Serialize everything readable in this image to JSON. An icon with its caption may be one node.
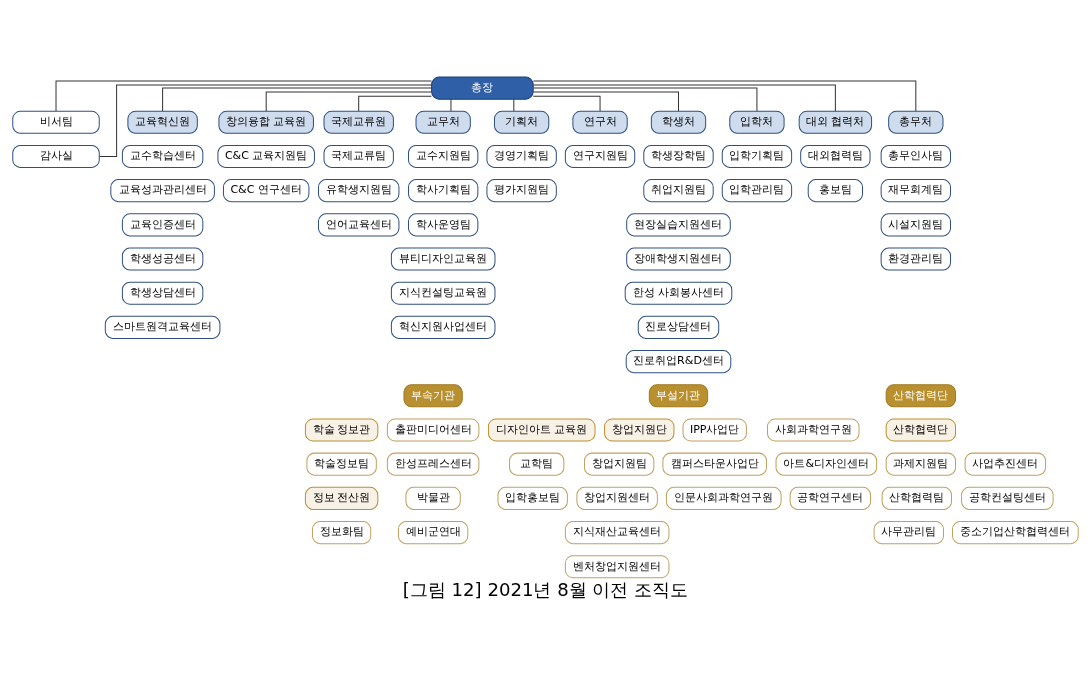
{
  "diagram": {
    "caption": "[그림 12] 2021년 8월 이전 조직도",
    "nodes": [
      {
        "text": [
          "총장"
        ]
      },
      {
        "text": [
          "비서팀"
        ]
      },
      {
        "text": [
          "감사실"
        ]
      },
      {
        "text": [
          "교육혁신원"
        ]
      },
      {
        "text": [
          "교수학습센터"
        ]
      },
      {
        "text": [
          "교육성과관리센터"
        ]
      },
      {
        "text": [
          "교육인증센터"
        ]
      },
      {
        "text": [
          "학생성공센터"
        ]
      },
      {
        "text": [
          "학생상담센터"
        ]
      },
      {
        "text": [
          "스마트원격교육센터"
        ]
      },
      {
        "text": [
          "창의융합 교육원"
        ]
      },
      {
        "text": [
          "C&C 교육지원팀"
        ]
      },
      {
        "text": [
          "C&C 연구센터"
        ]
      },
      {
        "text": [
          "국제교류원"
        ]
      },
      {
        "text": [
          "국제교류팀"
        ]
      },
      {
        "text": [
          "유학생지원팀"
        ]
      },
      {
        "text": [
          "언어교육센터"
        ]
      },
      {
        "text": [
          "교무처"
        ]
      },
      {
        "text": [
          "교수지원팀"
        ]
      },
      {
        "text": [
          "학사기획팀"
        ]
      },
      {
        "text": [
          "학사운영팀"
        ]
      },
      {
        "text": [
          "뷰티디자인교육원"
        ]
      },
      {
        "text": [
          "지식컨설팅교육원"
        ]
      },
      {
        "text": [
          "혁신지원사업센터"
        ]
      },
      {
        "text": [
          "기획처"
        ]
      },
      {
        "text": [
          "경영기획팀"
        ]
      },
      {
        "text": [
          "평가지원팀"
        ]
      },
      {
        "text": [
          "연구처"
        ]
      },
      {
        "text": [
          "연구지원팀"
        ]
      },
      {
        "text": [
          "학생처"
        ]
      },
      {
        "text": [
          "학생장학팀"
        ]
      },
      {
        "text": [
          "취업지원팀"
        ]
      },
      {
        "text": [
          "현장실습지원센터"
        ]
      },
      {
        "text": [
          "장애학생지원센터"
        ]
      },
      {
        "text": [
          "한성 사회봉사센터"
        ]
      },
      {
        "text": [
          "진로상담센터"
        ]
      },
      {
        "text": [
          "진로취업R&D센터"
        ]
      },
      {
        "text": [
          "입학처"
        ]
      },
      {
        "text": [
          "입학기획팀"
        ]
      },
      {
        "text": [
          "입학관리팀"
        ]
      },
      {
        "text": [
          "대외 협력처"
        ]
      },
      {
        "text": [
          "대외협력팀"
        ]
      },
      {
        "text": [
          "홍보팀"
        ]
      },
      {
        "text": [
          "총무처"
        ]
      },
      {
        "text": [
          "총무인사팀"
        ]
      },
      {
        "text": [
          "재무회계팀"
        ]
      },
      {
        "text": [
          "시설지원팀"
        ]
      },
      {
        "text": [
          "환경관리팀"
        ]
      },
      {
        "text": [
          "부속기관"
        ]
      },
      {
        "text": [
          "학술 정보관"
        ]
      },
      {
        "text": [
          "학술정보팀"
        ]
      },
      {
        "text": [
          "정보 전산원"
        ]
      },
      {
        "text": [
          "정보화팀"
        ]
      },
      {
        "text": [
          "출판미디어센터"
        ]
      },
      {
        "text": [
          "한성프레스센터"
        ]
      },
      {
        "text": [
          "박물관"
        ]
      },
      {
        "text": [
          "예비군연대"
        ]
      },
      {
        "text": [
          "부설기관"
        ]
      },
      {
        "text": [
          "디자인아트 교육원"
        ]
      },
      {
        "text": [
          "교학팀"
        ]
      },
      {
        "text": [
          "입학홍보팀"
        ]
      },
      {
        "text": [
          "창업지원단"
        ]
      },
      {
        "text": [
          "창업지원팀"
        ]
      },
      {
        "text": [
          "창업지원센터"
        ]
      },
      {
        "text": [
          "지식재산교육센터"
        ]
      },
      {
        "text": [
          "벤처창업지원센터"
        ]
      },
      {
        "text": [
          "IPP사업단"
        ]
      },
      {
        "text": [
          "캠퍼스타운사업단"
        ]
      },
      {
        "text": [
          "인문사회과학연구원"
        ]
      },
      {
        "text": [
          "사회과학연구원"
        ]
      },
      {
        "text": [
          "아트&디자인센터"
        ]
      },
      {
        "text": [
          "공학연구센터"
        ]
      },
      {
        "text": [
          "산학협력단"
        ]
      },
      {
        "text": [
          "산학협력단"
        ]
      },
      {
        "text": [
          "과제지원팀"
        ]
      },
      {
        "text": [
          "산학협력팀"
        ]
      },
      {
        "text": [
          "사무관리팀"
        ]
      },
      {
        "text": [
          "사업추진센터"
        ]
      },
      {
        "text": [
          "공학컨설팅센터"
        ]
      },
      {
        "text": [
          "중소기업산학협력센터"
        ]
      }
    ],
    "edges": [
      {
        "from": 0,
        "to": 1,
        "arrow": "none"
      },
      {
        "from": 0,
        "to": 2,
        "arrow": "none"
      },
      {
        "from": 0,
        "to": 3,
        "arrow": "none"
      },
      {
        "from": 0,
        "to": 10,
        "arrow": "none"
      },
      {
        "from": 0,
        "to": 13,
        "arrow": "none"
      },
      {
        "from": 0,
        "to": 17,
        "arrow": "none"
      },
      {
        "from": 0,
        "to": 24,
        "arrow": "none"
      },
      {
        "from": 0,
        "to": 27,
        "arrow": "none"
      },
      {
        "from": 0,
        "to": 29,
        "arrow": "none"
      },
      {
        "from": 0,
        "to": 37,
        "arrow": "none"
      },
      {
        "from": 0,
        "to": 40,
        "arrow": "none"
      },
      {
        "from": 0,
        "to": 43,
        "arrow": "none"
      }
    ]
  }
}
